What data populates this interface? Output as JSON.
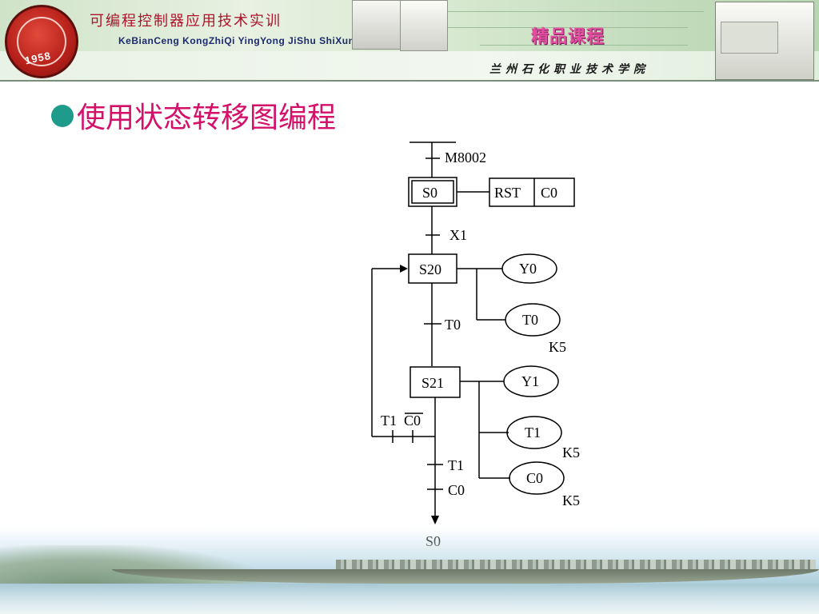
{
  "header": {
    "course_title_cn": "可编程控制器应用技术实训",
    "course_title_pinyin": "KeBianCeng  KongZhiQi  YingYong  JiShu  ShiXun",
    "quality_label": "精品课程",
    "college_name": "兰州石化职业技术学院",
    "logo_year": "1958"
  },
  "slide": {
    "heading": "使用状态转移图编程"
  },
  "diagram": {
    "init_condition": "M8002",
    "initial_step": "S0",
    "reset_instruction": "RST",
    "reset_operand": "C0",
    "transition_x1": "X1",
    "step_s20": "S20",
    "output_y0": "Y0",
    "timer_t0": "T0",
    "timer_t0_setting": "K5",
    "transition_t0": "T0",
    "step_s21": "S21",
    "output_y1": "Y1",
    "timer_t1": "T1",
    "timer_t1_setting": "K5",
    "counter_c0": "C0",
    "counter_c0_setting": "K5",
    "loop_condition_t1": "T1",
    "loop_condition_c0_bar": "C0",
    "transition_t1": "T1",
    "transition_c0": "C0",
    "jump_target": "S0"
  },
  "colors": {
    "heading": "#d4106a",
    "bullet": "#1f9b8c",
    "title_cn": "#b0122a",
    "quality": "#e24ea0"
  }
}
